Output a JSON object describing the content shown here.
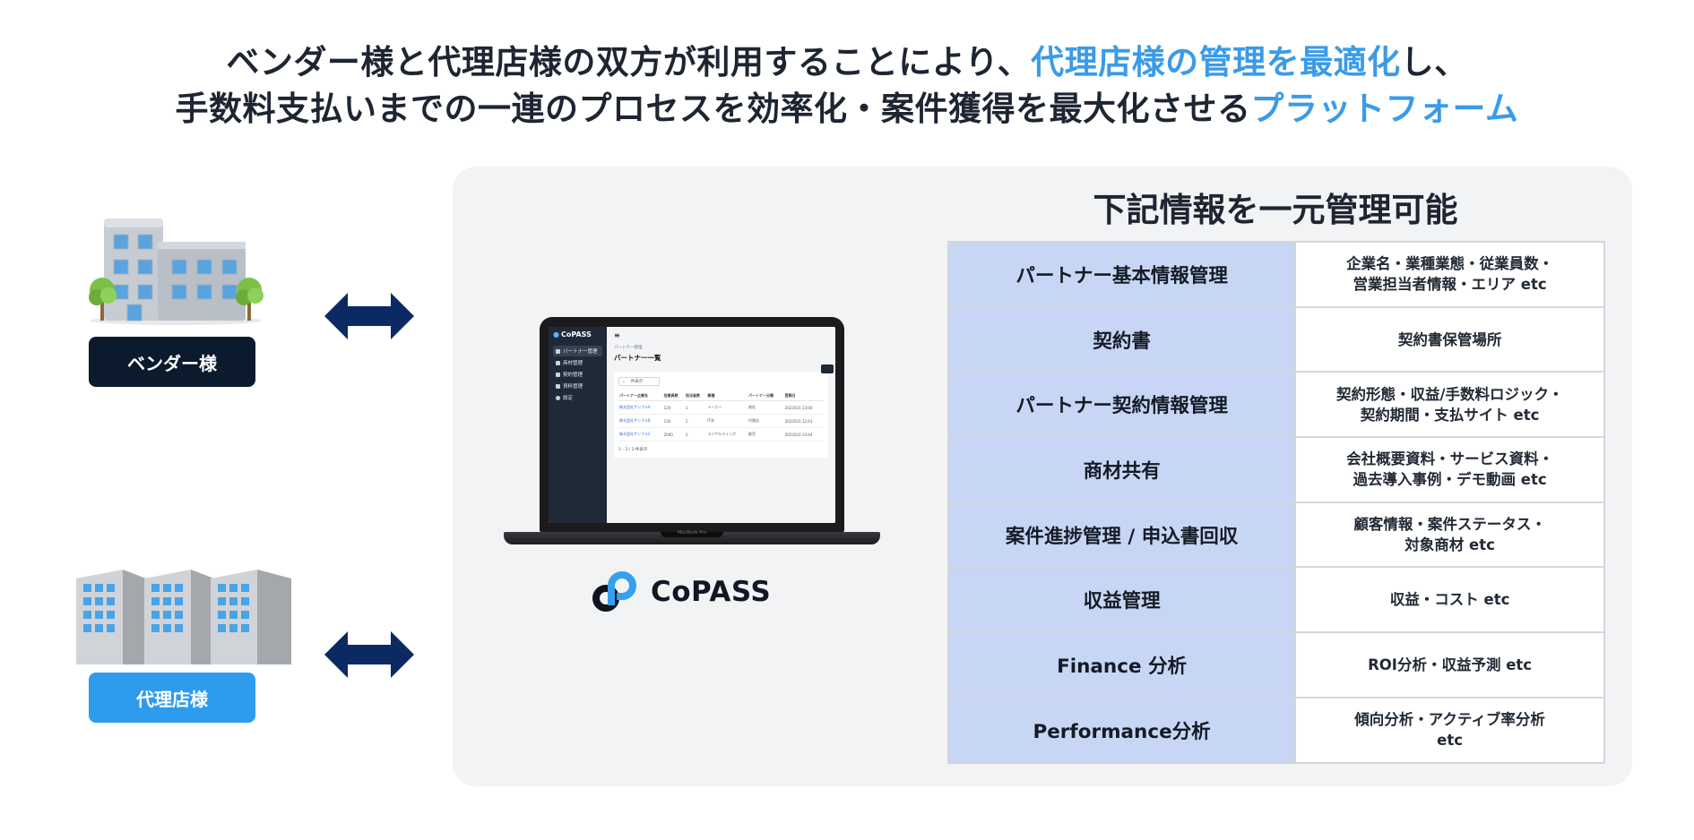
{
  "headline": {
    "line1_pre": "ベンダー様と代理店様の双方が利用することにより、",
    "line1_accent": "代理店様の管理を最適化",
    "line1_post": "し、",
    "line2_pre": "手数料支払いまでの一連のプロセスを効率化・案件獲得を最大化させる",
    "line2_accent": "プラットフォーム"
  },
  "colors": {
    "accent": "#3a9be8",
    "vendor_pill": "#0c1a2e",
    "agency_pill": "#2f9bef",
    "arrow": "#0b2a63",
    "table_label_bg": "#c6d6f4",
    "panel_bg": "#f2f3f4"
  },
  "actors": {
    "vendor": {
      "label": "ベンダー様",
      "icon": "office-building-with-trees-icon"
    },
    "agency": {
      "label": "代理店様",
      "icon": "city-buildings-icon"
    }
  },
  "arrows": {
    "icon": "double-headed-arrow-icon"
  },
  "app_mock": {
    "logo": "CoPASS",
    "sidebar_items": [
      {
        "label": "パートナー管理",
        "active": true
      },
      {
        "label": "商材管理",
        "active": false
      },
      {
        "label": "契約管理",
        "active": false
      },
      {
        "label": "資料管理",
        "active": false
      },
      {
        "label": "設定",
        "active": false
      }
    ],
    "breadcrumb": "パートナー管理",
    "page_title": "パートナー一覧",
    "filter_text": "件表示",
    "table_headers": [
      "パートナー企業名",
      "従業員数",
      "担当者数",
      "業種",
      "パートナー分類",
      "登録日"
    ],
    "table_rows": [
      [
        "株式会社サンプルA",
        "120",
        "1",
        "メーカー",
        "商社",
        "2023/5/1 13:00"
      ],
      [
        "株式会社サンプルB",
        "130",
        "2",
        "IT系",
        "代理店",
        "2023/5/3 12:43"
      ],
      [
        "株式会社サンプルC",
        "2000",
        "2",
        "コンサルティング",
        "販売",
        "2023/5/3 13:44"
      ]
    ],
    "pager": "1 - 3 / 3 件表示",
    "device_label": "MacBook Pro"
  },
  "brand": {
    "name": "CoPASS",
    "icon": "copass-logo-icon"
  },
  "section_title": "下記情報を一元管理可能",
  "info_rows": [
    {
      "label": "パートナー基本情報管理",
      "value": "企業名・業種業態・従業員数・\n営業担当者情報・エリア etc"
    },
    {
      "label": "契約書",
      "value": "契約書保管場所"
    },
    {
      "label": "パートナー契約情報管理",
      "value": "契約形態・収益/手数料ロジック・\n契約期間・支払サイト etc"
    },
    {
      "label": "商材共有",
      "value": "会社概要資料・サービス資料・\n過去導入事例・デモ動画 etc"
    },
    {
      "label": "案件進捗管理 / 申込書回収",
      "value": "顧客情報・案件ステータス・\n対象商材 etc"
    },
    {
      "label": "収益管理",
      "value": "収益・コスト etc"
    },
    {
      "label": "Finance 分析",
      "value": "ROI分析・収益予測 etc"
    },
    {
      "label": "Performance分析",
      "value": "傾向分析・アクティブ率分析\netc"
    }
  ]
}
